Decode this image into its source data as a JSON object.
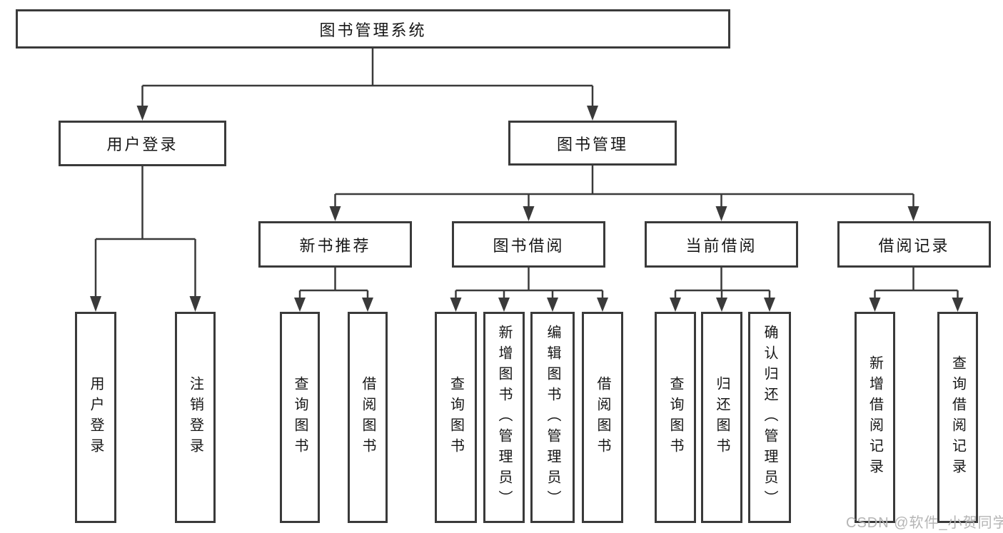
{
  "diagram": {
    "root": "图书管理系统",
    "level2": {
      "user_login": "用户登录",
      "book_management": "图书管理"
    },
    "level3": {
      "new_books": "新书推荐",
      "book_borrowing": "图书借阅",
      "current_borrowing": "当前借阅",
      "borrowing_records": "借阅记录"
    },
    "leaves": {
      "user_login": [
        "用户登录",
        "注销登录"
      ],
      "new_books": [
        "查询图书",
        "借阅图书"
      ],
      "book_borrowing": [
        "查询图书",
        "新增图书（管理员）",
        "编辑图书（管理员）",
        "借阅图书"
      ],
      "current_borrowing": [
        "查询图书",
        "归还图书",
        "确认归还（管理员）"
      ],
      "borrowing_records": [
        "新增借阅记录",
        "查询借阅记录"
      ]
    }
  },
  "watermark": "CSDN @软件_小贺同学",
  "colors": {
    "line": "#3a3a3a",
    "box_border": "#3a3a3a",
    "text": "#161616",
    "watermark": "#b5b5b5",
    "background": "#ffffff"
  }
}
